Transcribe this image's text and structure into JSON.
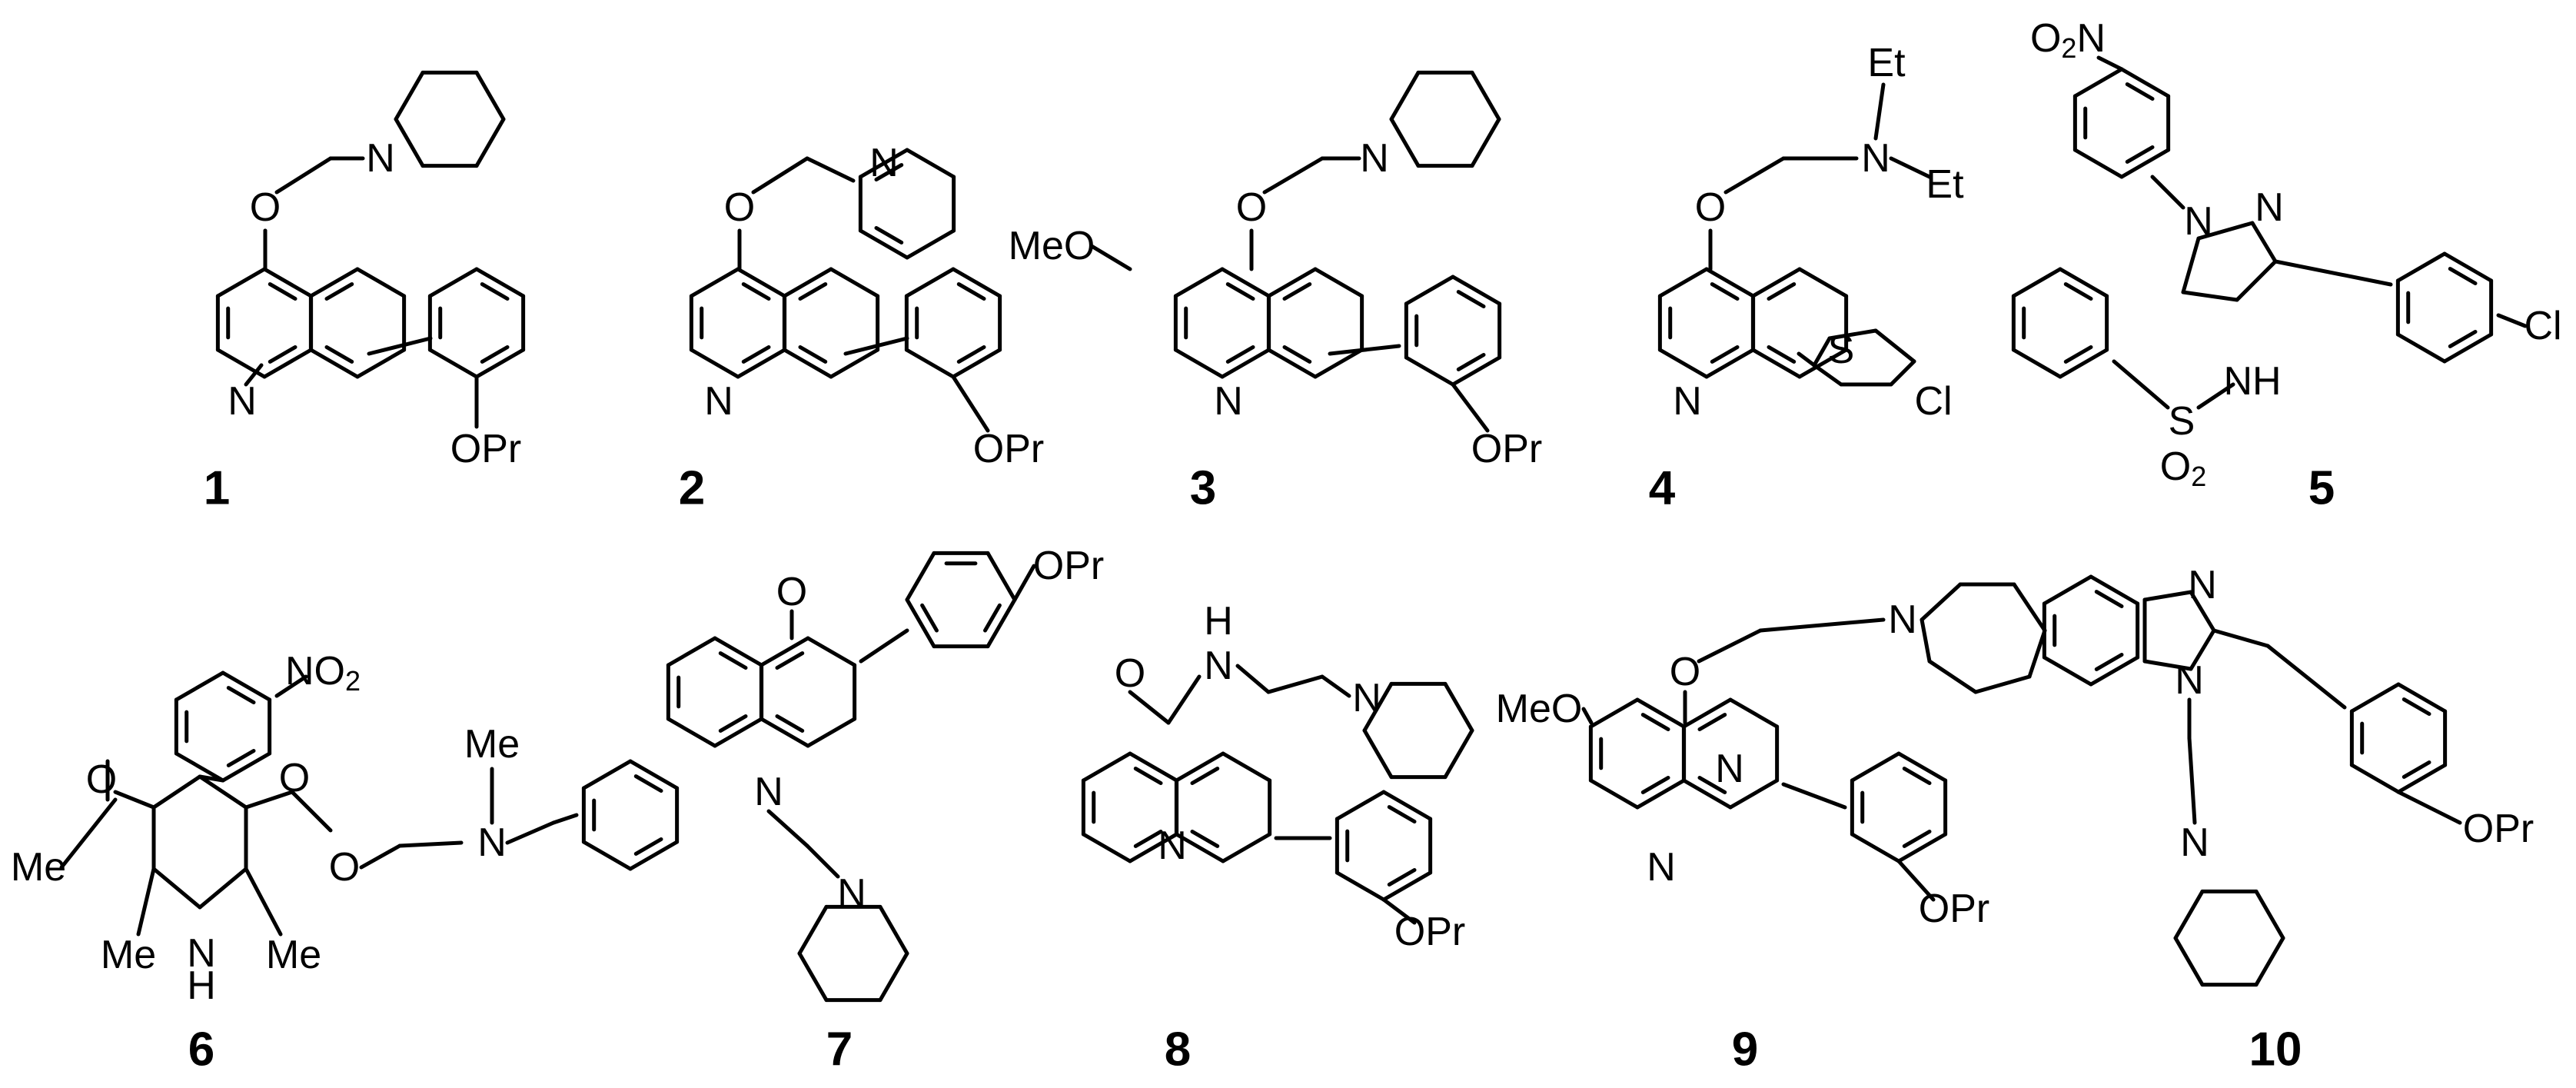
{
  "compounds": [
    {
      "id": "1",
      "atoms": [
        {
          "label": "O"
        },
        {
          "label": "N"
        },
        {
          "label": "N"
        },
        {
          "label": "OPr"
        }
      ]
    },
    {
      "id": "2",
      "atoms": [
        {
          "label": "O"
        },
        {
          "label": "N"
        },
        {
          "label": "N"
        },
        {
          "label": "OPr"
        }
      ]
    },
    {
      "id": "3",
      "atoms": [
        {
          "label": "MeO"
        },
        {
          "label": "O"
        },
        {
          "label": "N"
        },
        {
          "label": "N"
        },
        {
          "label": "OPr"
        }
      ]
    },
    {
      "id": "4",
      "atoms": [
        {
          "label": "O"
        },
        {
          "label": "N"
        },
        {
          "label": "Et"
        },
        {
          "label": "Et"
        },
        {
          "label": "N"
        },
        {
          "label": "S"
        },
        {
          "label": "Cl"
        }
      ]
    },
    {
      "id": "5",
      "atoms": [
        {
          "label": "O",
          "sub": "2",
          "tail": "N"
        },
        {
          "label": "N"
        },
        {
          "label": "N"
        },
        {
          "label": "Cl"
        },
        {
          "label": "NH"
        },
        {
          "label": "S"
        },
        {
          "label": "O",
          "sub": "2"
        }
      ]
    },
    {
      "id": "6",
      "atoms": [
        {
          "label": "NO",
          "sub": "2"
        },
        {
          "label": "O"
        },
        {
          "label": "Me"
        },
        {
          "label": "O"
        },
        {
          "label": "O"
        },
        {
          "label": "Me"
        },
        {
          "label": "N"
        },
        {
          "label": "Me"
        },
        {
          "label": "Me"
        },
        {
          "label": "N"
        },
        {
          "label": "H"
        }
      ]
    },
    {
      "id": "7",
      "atoms": [
        {
          "label": "O"
        },
        {
          "label": "OPr"
        },
        {
          "label": "N"
        },
        {
          "label": "N"
        }
      ]
    },
    {
      "id": "8",
      "atoms": [
        {
          "label": "H"
        },
        {
          "label": "O"
        },
        {
          "label": "N"
        },
        {
          "label": "N"
        },
        {
          "label": "N"
        },
        {
          "label": "OPr"
        }
      ]
    },
    {
      "id": "9",
      "atoms": [
        {
          "label": "O"
        },
        {
          "label": "N"
        },
        {
          "label": "MeO"
        },
        {
          "label": "N"
        },
        {
          "label": "N"
        },
        {
          "label": "OPr"
        }
      ]
    },
    {
      "id": "10",
      "atoms": [
        {
          "label": "N"
        },
        {
          "label": "N"
        },
        {
          "label": "N"
        },
        {
          "label": "OPr"
        }
      ]
    }
  ]
}
